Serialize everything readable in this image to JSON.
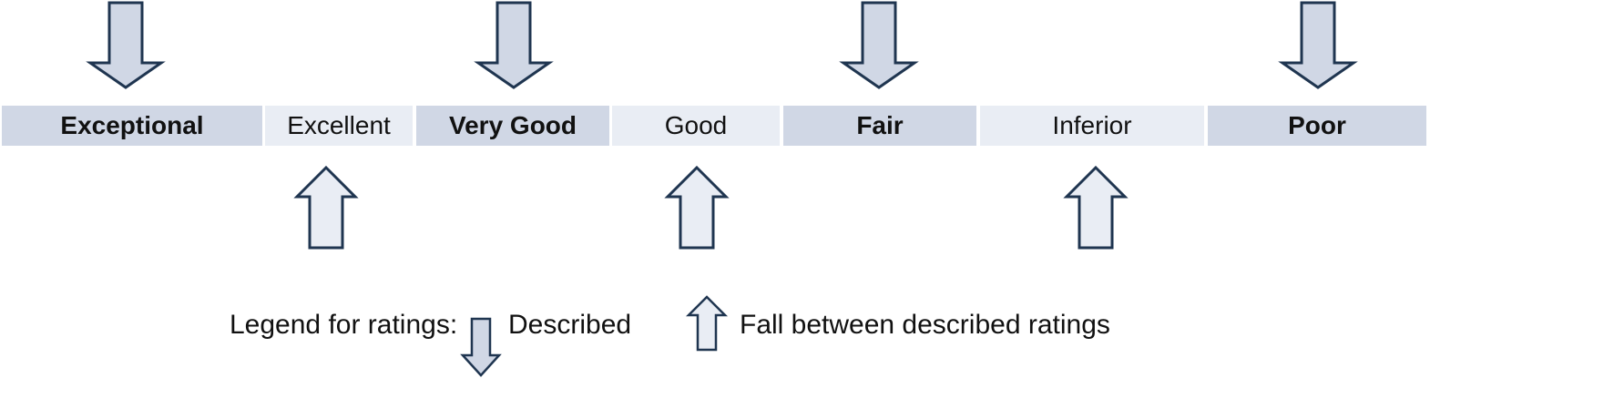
{
  "ratings": [
    {
      "label": "Exceptional",
      "type": "described"
    },
    {
      "label": "Excellent",
      "type": "between"
    },
    {
      "label": "Very Good",
      "type": "described"
    },
    {
      "label": "Good",
      "type": "between"
    },
    {
      "label": "Fair",
      "type": "described"
    },
    {
      "label": "Inferior",
      "type": "between"
    },
    {
      "label": "Poor",
      "type": "described"
    }
  ],
  "legend": {
    "title": "Legend for ratings:",
    "described": "Described",
    "between": "Fall between described ratings"
  },
  "colors": {
    "dark_fill": "#d0d7e5",
    "light_fill": "#e9edf4",
    "arrow_stroke": "#1f3550"
  }
}
